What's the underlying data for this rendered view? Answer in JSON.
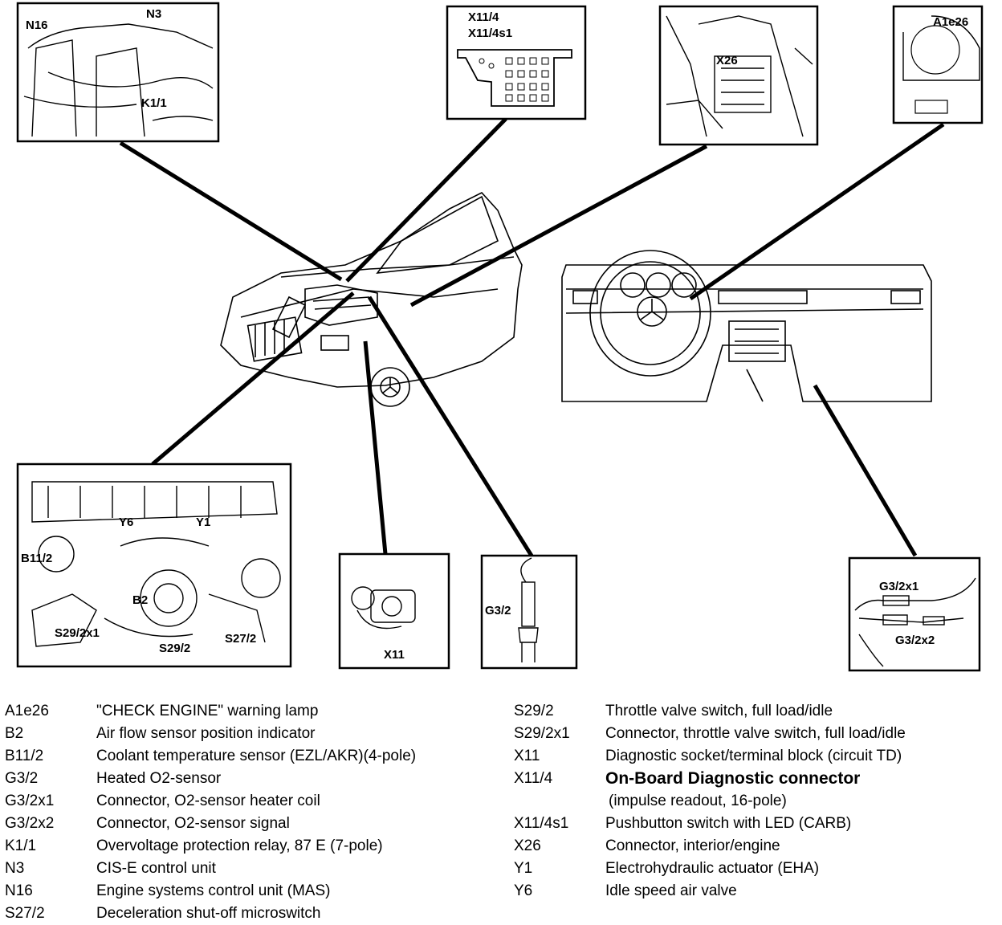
{
  "callouts": {
    "n16": "N16",
    "n3": "N3",
    "k1_1": "K1/1",
    "x11_4": "X11/4",
    "x11_4s1": "X11/4s1",
    "x26": "X26",
    "a1e26": "A1e26",
    "y6": "Y6",
    "y1": "Y1",
    "b11_2": "B11/2",
    "b2": "B2",
    "s29_2x1": "S29/2x1",
    "s29_2": "S29/2",
    "s27_2": "S27/2",
    "x11": "X11",
    "g3_2": "G3/2",
    "g3_2x1": "G3/2x1",
    "g3_2x2": "G3/2x2"
  },
  "legend_left": [
    {
      "code": "A1e26",
      "desc": "\"CHECK ENGINE\" warning lamp"
    },
    {
      "code": "B2",
      "desc": "Air flow sensor position indicator"
    },
    {
      "code": "B11/2",
      "desc": "Coolant temperature sensor (EZL/AKR)(4-pole)"
    },
    {
      "code": "G3/2",
      "desc": "Heated O2-sensor"
    },
    {
      "code": "G3/2x1",
      "desc": "Connector, O2-sensor heater coil"
    },
    {
      "code": "G3/2x2",
      "desc": "Connector, O2-sensor signal"
    },
    {
      "code": "K1/1",
      "desc": "Overvoltage protection relay, 87 E (7-pole)"
    },
    {
      "code": "N3",
      "desc": "CIS-E control unit"
    },
    {
      "code": "N16",
      "desc": "Engine systems control unit (MAS)"
    },
    {
      "code": "S27/2",
      "desc": "Deceleration shut-off microswitch"
    }
  ],
  "legend_right": [
    {
      "code": "S29/2",
      "desc": "Throttle valve switch, full load/idle"
    },
    {
      "code": "S29/2x1",
      "desc": "Connector, throttle valve switch, full load/idle"
    },
    {
      "code": "X11",
      "desc": "Diagnostic socket/terminal block (circuit TD)"
    },
    {
      "code": "X11/4",
      "desc": "On-Board Diagnostic connector",
      "sub": "(impulse readout, 16-pole)"
    },
    {
      "code": "X11/4s1",
      "desc": "Pushbutton switch with LED (CARB)"
    },
    {
      "code": "X26",
      "desc": "Connector, interior/engine"
    },
    {
      "code": "Y1",
      "desc": "Electrohydraulic actuator (EHA)"
    },
    {
      "code": "Y6",
      "desc": "Idle speed air valve"
    }
  ]
}
